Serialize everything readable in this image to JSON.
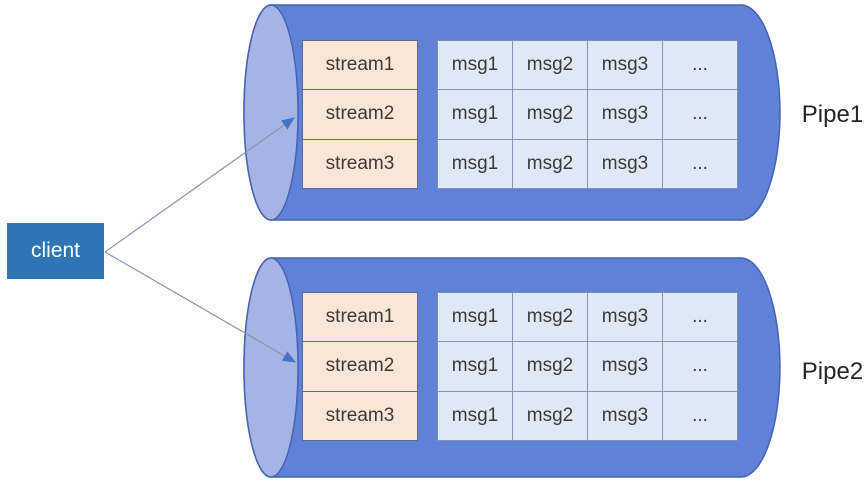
{
  "client": {
    "label": "client"
  },
  "pipes": [
    {
      "label": "Pipe1",
      "streams": [
        "stream1",
        "stream2",
        "stream3"
      ],
      "messages": [
        [
          "msg1",
          "msg2",
          "msg3",
          "..."
        ],
        [
          "msg1",
          "msg2",
          "msg3",
          "..."
        ],
        [
          "msg1",
          "msg2",
          "msg3",
          "..."
        ]
      ]
    },
    {
      "label": "Pipe2",
      "streams": [
        "stream1",
        "stream2",
        "stream3"
      ],
      "messages": [
        [
          "msg1",
          "msg2",
          "msg3",
          "..."
        ],
        [
          "msg1",
          "msg2",
          "msg3",
          "..."
        ],
        [
          "msg1",
          "msg2",
          "msg3",
          "..."
        ]
      ]
    }
  ],
  "colors": {
    "pipe_body": "#5F82D8",
    "pipe_outline": "#4763AE",
    "pipe_end_cap": "#A4B4E4",
    "stream_cell_fill": "#FBE5D6",
    "stream_cell_border": "#5C6B8F",
    "msg_cell_fill": "#DFE9F6",
    "msg_cell_border": "#8496B0",
    "client_fill": "#2E75B6",
    "client_text": "#FFFFFF",
    "arrow_line": "#8895AC",
    "arrow_head": "#4472C4",
    "label_text": "#262626"
  }
}
